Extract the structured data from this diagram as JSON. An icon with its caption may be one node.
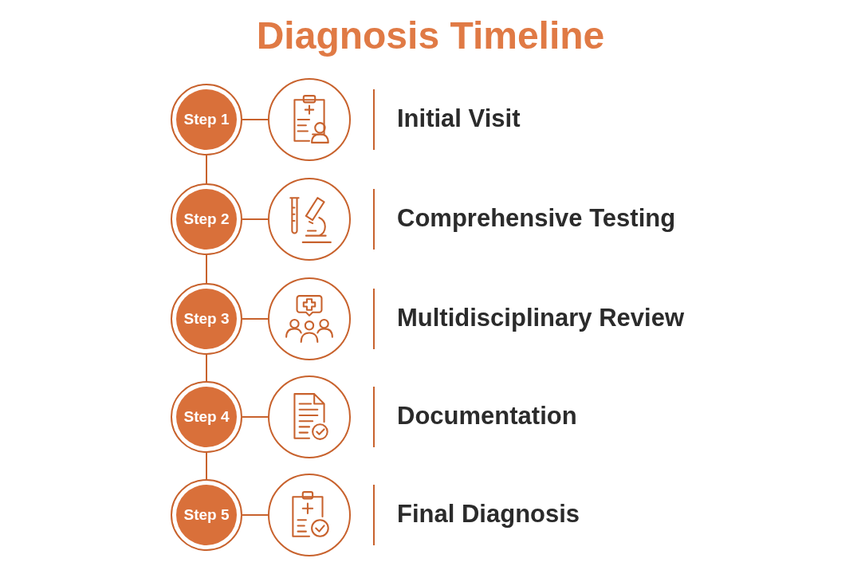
{
  "diagram": {
    "title": "Diagnosis Timeline",
    "nodes": [
      {
        "text": [
          "Step 1"
        ]
      },
      {
        "text": [
          "Step 2"
        ]
      },
      {
        "text": [
          "Step 3"
        ]
      },
      {
        "text": [
          "Step 4"
        ]
      },
      {
        "text": [
          "Step 5"
        ]
      },
      {
        "text": [],
        "shape": "circle"
      },
      {
        "text": [],
        "shape": "circle"
      },
      {
        "text": [],
        "shape": "circle"
      },
      {
        "text": [],
        "shape": "circle"
      },
      {
        "text": [],
        "shape": "circle"
      }
    ],
    "edges": [
      {
        "from": 0,
        "to": 1,
        "arrow": "none"
      },
      {
        "from": 1,
        "to": 2,
        "arrow": "none"
      },
      {
        "from": 2,
        "to": 3,
        "arrow": "none"
      },
      {
        "from": 3,
        "to": 4,
        "arrow": "none"
      },
      {
        "from": 0,
        "to": 5,
        "arrow": "none"
      },
      {
        "from": 1,
        "to": 6,
        "arrow": "none"
      },
      {
        "from": 2,
        "to": 7,
        "arrow": "none"
      },
      {
        "from": 3,
        "to": 8,
        "arrow": "none"
      },
      {
        "from": 4,
        "to": 9,
        "arrow": "none"
      }
    ],
    "labels": [
      "Initial Visit",
      "Comprehensive Testing",
      "Multidisciplinary Review",
      "Documentation",
      "Final Diagnosis"
    ]
  }
}
